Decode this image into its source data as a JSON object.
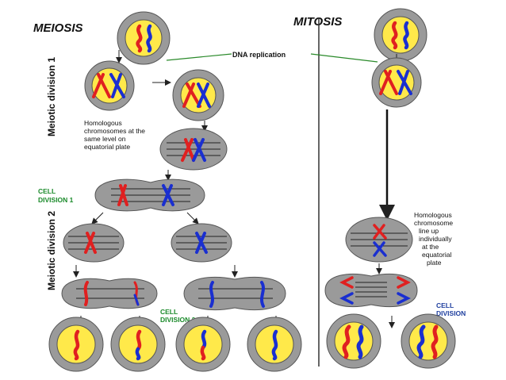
{
  "titles": {
    "meiosis": "MEIOSIS",
    "mitosis": "MITOSIS"
  },
  "labels": {
    "dna_replication": "DNA replication",
    "meiotic_division_1": "Meiotic division 1",
    "meiotic_division_2": "Meiotic division 2",
    "homologous_meiosis": [
      "Homologous",
      "chromosomes at the",
      "same level on",
      "equatorial plate"
    ],
    "cell_division_1": [
      "CELL",
      "DIVISION 1"
    ],
    "cell_division_2": [
      "CELL",
      "DIVISION 2"
    ],
    "homologous_mitosis": [
      "Homologous",
      "chromosome",
      "line up",
      "individually",
      "at the",
      "equatorial",
      "plate"
    ],
    "cell_division_mitosis": [
      "CELL",
      "DIVISION"
    ]
  },
  "colors": {
    "paternal": "#e02020",
    "maternal": "#1a2fd0",
    "cell_yellow": "#ffe94a",
    "cell_grey": "#9a9a9a",
    "cell_light_grey": "#c8c8c8",
    "label_green": "#1a8a2a",
    "label_blue": "#1f3f9f"
  }
}
